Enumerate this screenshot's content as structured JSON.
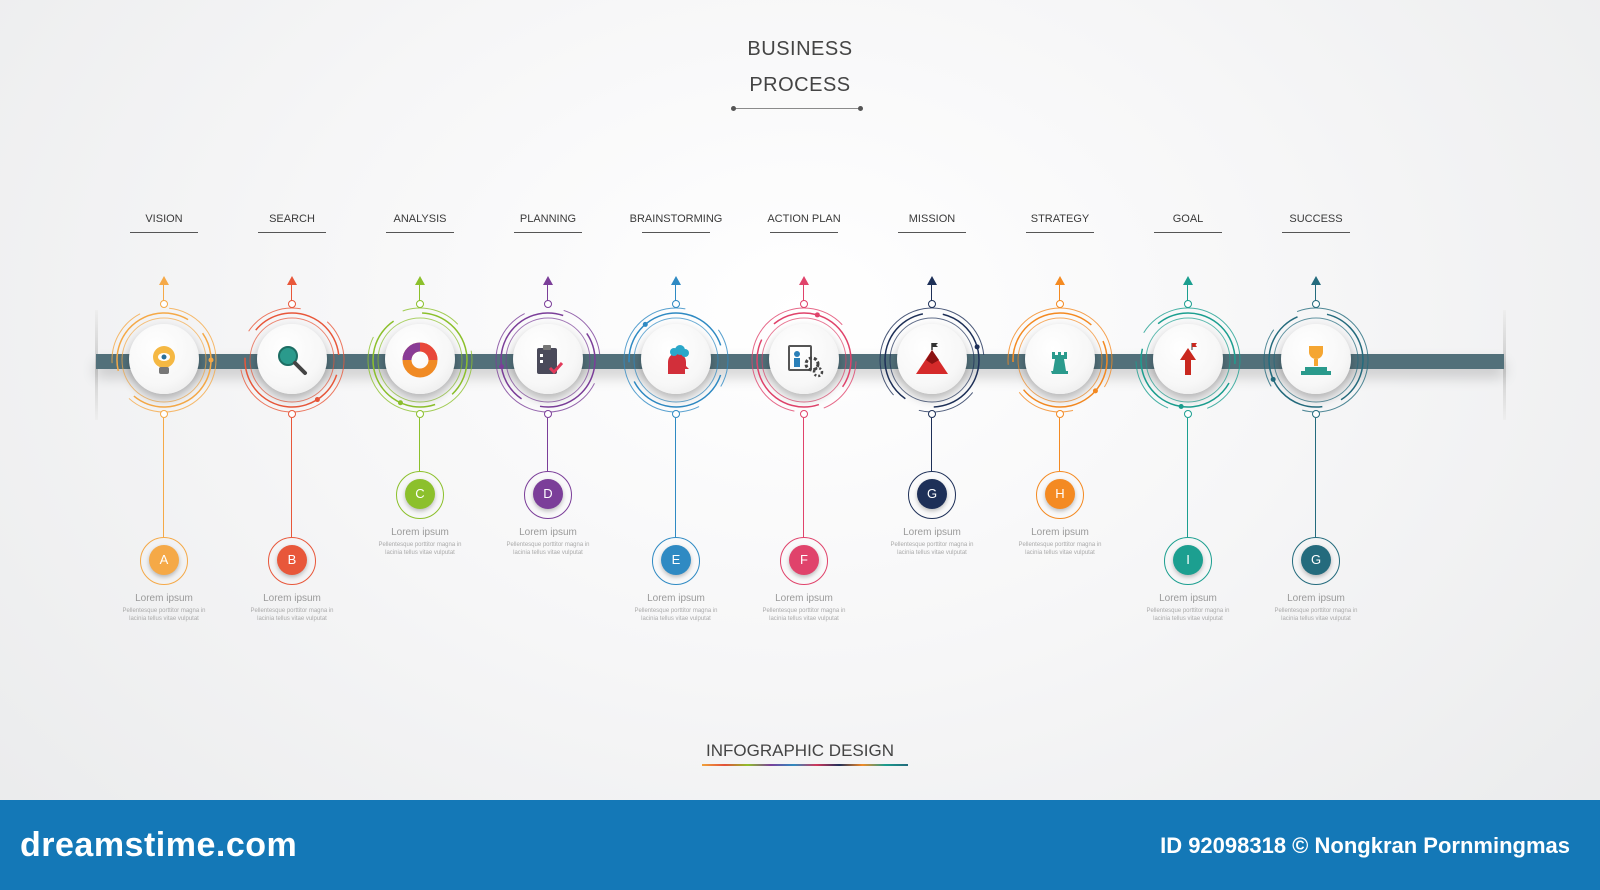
{
  "header": {
    "title_line1": "BUSINESS",
    "title_line2": "PROCESS"
  },
  "footer": {
    "title": "INFOGRAPHIC DESIGN"
  },
  "banner": {
    "logo": "dreamstime.com",
    "credit": "ID 92098318 © Nongkran Pornmingmas"
  },
  "steps": [
    {
      "label": "VISION",
      "letter": "A",
      "color": "#f5a947",
      "position": "bottom",
      "icon": "lightbulb-eye-icon",
      "caption_title": "Lorem ipsum",
      "caption_body": "Pellentesque porttitor magna in lacinia tellus vitae vulputat"
    },
    {
      "label": "SEARCH",
      "letter": "B",
      "color": "#e8573a",
      "position": "bottom",
      "icon": "magnifier-icon",
      "caption_title": "Lorem ipsum",
      "caption_body": "Pellentesque porttitor magna in lacinia tellus vitae vulputat"
    },
    {
      "label": "ANALYSIS",
      "letter": "C",
      "color": "#8cc02c",
      "position": "top",
      "icon": "donut-chart-icon",
      "caption_title": "Lorem ipsum",
      "caption_body": "Pellentesque porttitor magna in lacinia tellus vitae vulputat"
    },
    {
      "label": "PLANNING",
      "letter": "D",
      "color": "#7b3e99",
      "position": "top",
      "icon": "clipboard-check-icon",
      "caption_title": "Lorem ipsum",
      "caption_body": "Pellentesque porttitor magna in lacinia tellus vitae vulputat"
    },
    {
      "label": "BRAINSTORMING",
      "letter": "E",
      "color": "#2f8ac3",
      "position": "bottom",
      "icon": "head-cloud-icon",
      "caption_title": "Lorem ipsum",
      "caption_body": "Pellentesque porttitor magna in lacinia tellus vitae vulputat"
    },
    {
      "label": "ACTION PLAN",
      "letter": "F",
      "color": "#e0436b",
      "position": "bottom",
      "icon": "board-gears-icon",
      "caption_title": "Lorem ipsum",
      "caption_body": "Pellentesque porttitor magna in lacinia tellus vitae vulputat"
    },
    {
      "label": "MISSION",
      "letter": "G",
      "color": "#1e3058",
      "position": "top",
      "icon": "mountain-flag-icon",
      "caption_title": "Lorem ipsum",
      "caption_body": "Pellentesque porttitor magna in lacinia tellus vitae vulputat"
    },
    {
      "label": "STRATEGY",
      "letter": "H",
      "color": "#f48a22",
      "position": "top",
      "icon": "chess-rook-icon",
      "caption_title": "Lorem ipsum",
      "caption_body": "Pellentesque porttitor magna in lacinia tellus vitae vulputat"
    },
    {
      "label": "GOAL",
      "letter": "I",
      "color": "#1c9f90",
      "position": "bottom",
      "icon": "up-arrow-goal-icon",
      "caption_title": "Lorem ipsum",
      "caption_body": "Pellentesque porttitor magna in lacinia tellus vitae vulputat"
    },
    {
      "label": "SUCCESS",
      "letter": "G",
      "color": "#246b7d",
      "position": "bottom",
      "icon": "trophy-icon",
      "caption_title": "Lorem ipsum",
      "caption_body": "Pellentesque porttitor magna in lacinia tellus vitae vulputat"
    }
  ]
}
